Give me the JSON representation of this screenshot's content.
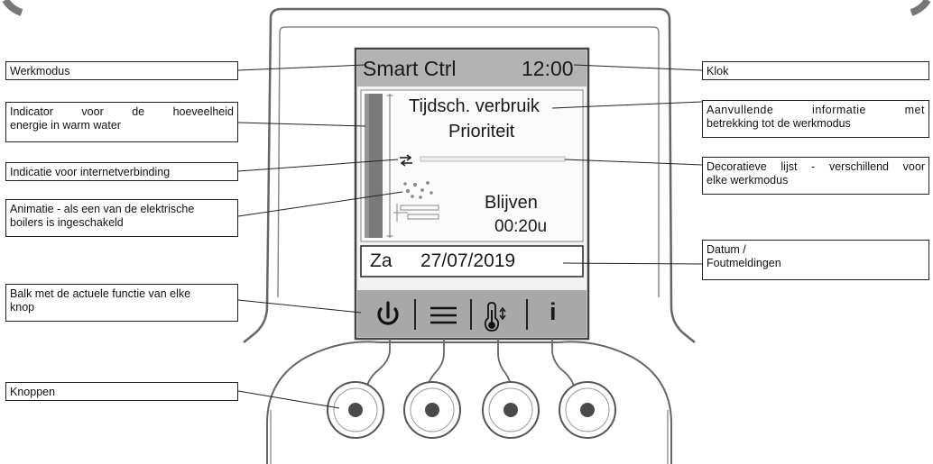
{
  "device": {
    "screen": {
      "mode": "Smart Ctrl",
      "clock": "12:00",
      "info_line1": "Tijdsch. verbruik",
      "info_line2": "Prioriteit",
      "stay_label": "Blijven",
      "stay_time": "00:20u",
      "date_day": "Za",
      "date": "27/07/2019",
      "function_bar": [
        {
          "icon": "power-icon"
        },
        {
          "icon": "menu-icon"
        },
        {
          "icon": "thermometer-icon"
        },
        {
          "icon": "info-icon",
          "label": "i"
        }
      ]
    },
    "buttons_count": 4
  },
  "callouts": {
    "werkmodus": "Werkmodus",
    "energy_line1": "Indicator voor de hoeveelheid",
    "energy_line2": "energie in warm water",
    "internet": "Indicatie voor internetverbinding",
    "animation_line1": "Animatie - als een van de elektrische",
    "animation_line2": "boilers is ingeschakeld",
    "balk_line1": "Balk met de actuele functie van elke",
    "balk_line2": "knop",
    "knoppen": "Knoppen",
    "klok": "Klok",
    "extra_line1": "Aanvullende informatie met",
    "extra_line2": "betrekking tot de werkmodus",
    "decor_line1": "Decoratieve lijst - verschillend voor",
    "decor_line2": "elke werkmodus",
    "datum_line1": "Datum /",
    "datum_line2": "Foutmeldingen"
  },
  "colors": {
    "screen_bg": "#f2f2f2",
    "header_bar": "#b3b3b3",
    "function_bar": "#a8a8a8",
    "energy_gauge": "#7a7a7a",
    "outline": "#5a5a5a"
  }
}
